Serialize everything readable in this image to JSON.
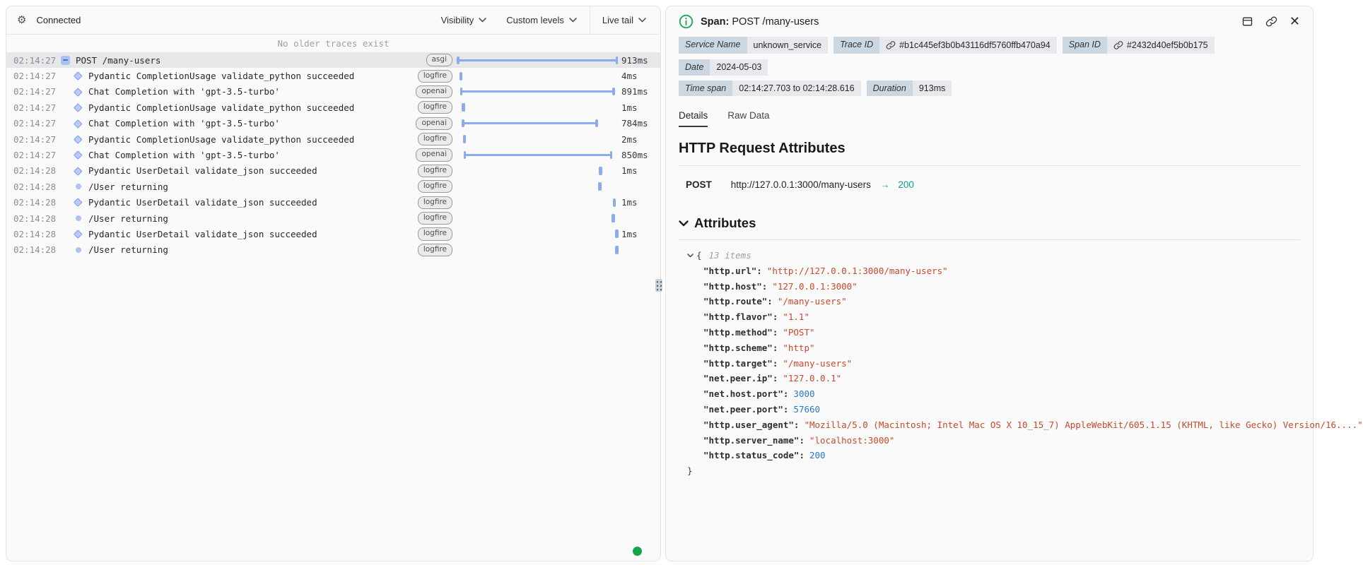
{
  "colors": {
    "bar_blue": "#8cabec",
    "live_green": "#17a34a",
    "status_teal": "#0f9d8f",
    "json_string": "#c64a2b",
    "json_number": "#2878cc",
    "badge_label_bg": "#ccd7e1",
    "badge_value_bg": "#e7e9ec"
  },
  "left_panel": {
    "status": "Connected",
    "menus": [
      {
        "id": "visibility",
        "label": "Visibility"
      },
      {
        "id": "custom-levels",
        "label": "Custom levels"
      },
      {
        "id": "live-tail",
        "label": "Live tail"
      }
    ],
    "empty_notice": "No older traces exist",
    "rows": [
      {
        "time": "02:14:27",
        "icon": "collapse",
        "label": "POST /many-users",
        "tag": "asgi",
        "duration": "913ms",
        "selected": true,
        "indent": 0,
        "bar": {
          "kind": "span",
          "start": 0,
          "end": 100
        }
      },
      {
        "time": "02:14:27",
        "icon": "diamond",
        "label": "Pydantic CompletionUsage validate_python succeeded",
        "tag": "logfire",
        "duration": "4ms",
        "selected": false,
        "indent": 1,
        "bar": {
          "kind": "tick",
          "start": 1.3
        }
      },
      {
        "time": "02:14:27",
        "icon": "diamond",
        "label": "Chat Completion with 'gpt-3.5-turbo'",
        "tag": "openai",
        "duration": "891ms",
        "selected": false,
        "indent": 1,
        "bar": {
          "kind": "span",
          "start": 2.2,
          "end": 98.2
        }
      },
      {
        "time": "02:14:27",
        "icon": "diamond",
        "label": "Pydantic CompletionUsage validate_python succeeded",
        "tag": "logfire",
        "duration": "1ms",
        "selected": false,
        "indent": 1,
        "bar": {
          "kind": "tick",
          "start": 2.7
        }
      },
      {
        "time": "02:14:27",
        "icon": "diamond",
        "label": "Chat Completion with 'gpt-3.5-turbo'",
        "tag": "openai",
        "duration": "784ms",
        "selected": false,
        "indent": 1,
        "bar": {
          "kind": "span",
          "start": 3.1,
          "end": 87.6
        }
      },
      {
        "time": "02:14:27",
        "icon": "diamond",
        "label": "Pydantic CompletionUsage validate_python succeeded",
        "tag": "logfire",
        "duration": "2ms",
        "selected": false,
        "indent": 1,
        "bar": {
          "kind": "tick",
          "start": 3.5
        }
      },
      {
        "time": "02:14:27",
        "icon": "diamond",
        "label": "Chat Completion with 'gpt-3.5-turbo'",
        "tag": "openai",
        "duration": "850ms",
        "selected": false,
        "indent": 1,
        "bar": {
          "kind": "span",
          "start": 4.4,
          "end": 96.5
        }
      },
      {
        "time": "02:14:28",
        "icon": "diamond",
        "label": "Pydantic UserDetail validate_json succeeded",
        "tag": "logfire",
        "duration": "1ms",
        "selected": false,
        "indent": 1,
        "bar": {
          "kind": "tick",
          "start": 88.5
        }
      },
      {
        "time": "02:14:28",
        "icon": "dot",
        "label": "/User returning",
        "tag": "logfire",
        "duration": "",
        "selected": false,
        "indent": 1,
        "bar": {
          "kind": "tick",
          "start": 88.1
        }
      },
      {
        "time": "02:14:28",
        "icon": "diamond",
        "label": "Pydantic UserDetail validate_json succeeded",
        "tag": "logfire",
        "duration": "1ms",
        "selected": false,
        "indent": 1,
        "bar": {
          "kind": "tick",
          "start": 97.3
        }
      },
      {
        "time": "02:14:28",
        "icon": "dot",
        "label": "/User returning",
        "tag": "logfire",
        "duration": "",
        "selected": false,
        "indent": 1,
        "bar": {
          "kind": "tick",
          "start": 96.5
        }
      },
      {
        "time": "02:14:28",
        "icon": "diamond",
        "label": "Pydantic UserDetail validate_json succeeded",
        "tag": "logfire",
        "duration": "1ms",
        "selected": false,
        "indent": 1,
        "bar": {
          "kind": "tick",
          "start": 98.7
        }
      },
      {
        "time": "02:14:28",
        "icon": "dot",
        "label": "/User returning",
        "tag": "logfire",
        "duration": "",
        "selected": false,
        "indent": 1,
        "bar": {
          "kind": "tick",
          "start": 98.7
        }
      }
    ]
  },
  "detail_panel": {
    "title_label": "Span:",
    "title_value": "POST /many-users",
    "meta_row1": [
      {
        "label": "Service Name",
        "value": "unknown_service",
        "link": false
      },
      {
        "label": "Trace ID",
        "value": "#b1c445ef3b0b43116df5760ffb470a94",
        "link": true
      },
      {
        "label": "Span ID",
        "value": "#2432d40ef5b0b175",
        "link": true
      },
      {
        "label": "Date",
        "value": "2024-05-03",
        "link": false
      }
    ],
    "meta_row2": [
      {
        "label": "Time span",
        "value": "02:14:27.703 to 02:14:28.616",
        "link": false
      },
      {
        "label": "Duration",
        "value": "913ms",
        "link": false
      }
    ],
    "tabs": [
      {
        "label": "Details",
        "active": true
      },
      {
        "label": "Raw Data",
        "active": false
      }
    ],
    "section_heading": "HTTP Request Attributes",
    "request": {
      "method": "POST",
      "url": "http://127.0.0.1:3000/many-users",
      "arrow": "→",
      "status_code": "200"
    },
    "attributes_heading": "Attributes",
    "attributes": {
      "summary": "13 items",
      "open_brace": "{",
      "close_brace": "}",
      "entries": [
        {
          "key": "http.url",
          "value": "http://127.0.0.1:3000/many-users",
          "type": "string"
        },
        {
          "key": "http.host",
          "value": "127.0.0.1:3000",
          "type": "string"
        },
        {
          "key": "http.route",
          "value": "/many-users",
          "type": "string"
        },
        {
          "key": "http.flavor",
          "value": "1.1",
          "type": "string"
        },
        {
          "key": "http.method",
          "value": "POST",
          "type": "string"
        },
        {
          "key": "http.scheme",
          "value": "http",
          "type": "string"
        },
        {
          "key": "http.target",
          "value": "/many-users",
          "type": "string"
        },
        {
          "key": "net.peer.ip",
          "value": "127.0.0.1",
          "type": "string"
        },
        {
          "key": "net.host.port",
          "value": "3000",
          "type": "number"
        },
        {
          "key": "net.peer.port",
          "value": "57660",
          "type": "number"
        },
        {
          "key": "http.user_agent",
          "value": "Mozilla/5.0 (Macintosh; Intel Mac OS X 10_15_7) AppleWebKit/605.1.15 (KHTML, like Gecko) Version/16....",
          "type": "string"
        },
        {
          "key": "http.server_name",
          "value": "localhost:3000",
          "type": "string"
        },
        {
          "key": "http.status_code",
          "value": "200",
          "type": "number"
        }
      ]
    }
  }
}
